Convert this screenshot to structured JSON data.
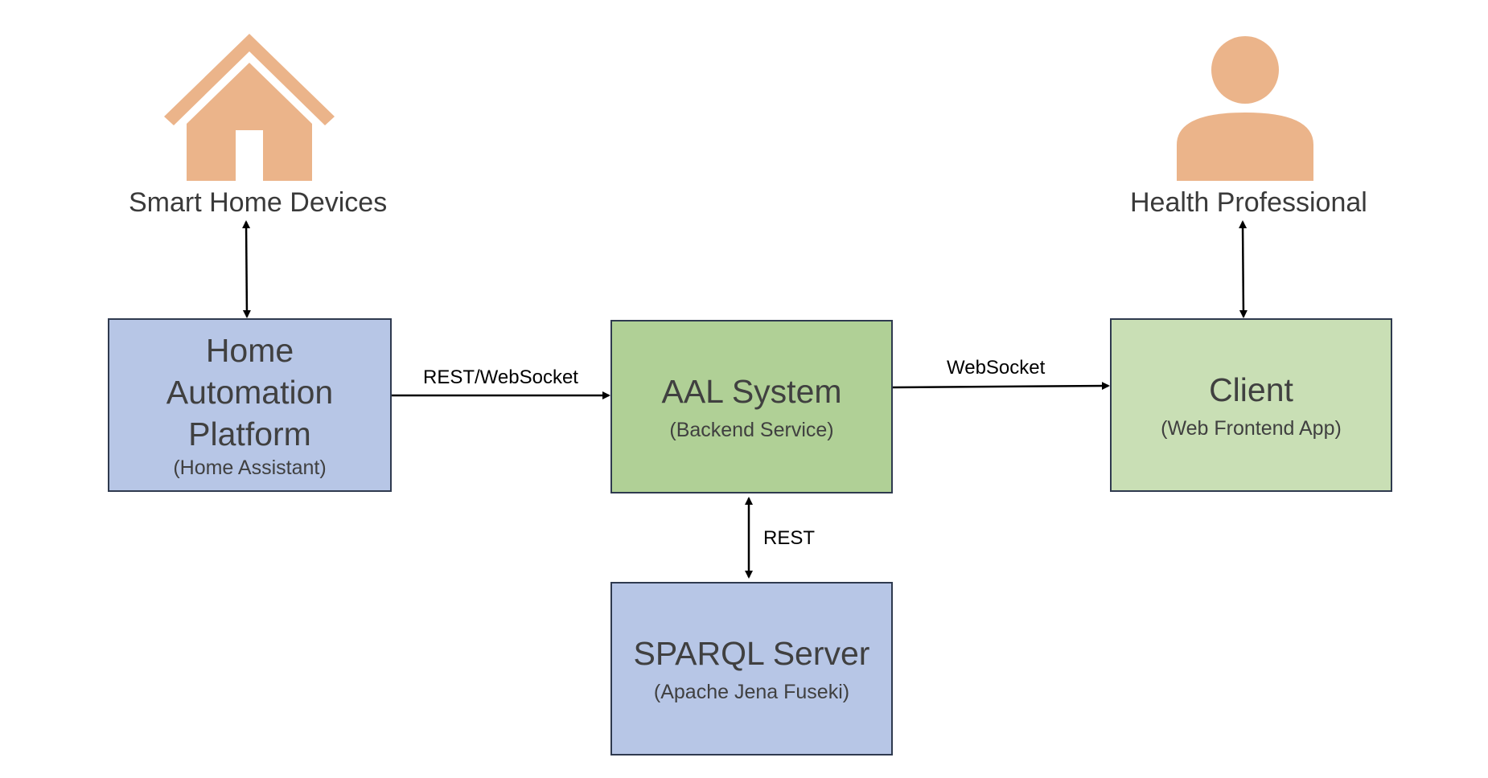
{
  "actors": {
    "smart_home": {
      "label": "Smart Home Devices",
      "icon": "house-icon",
      "color": "#ebb48a"
    },
    "health_professional": {
      "label": "Health Professional",
      "icon": "person-icon",
      "color": "#ebb48a"
    }
  },
  "nodes": {
    "home_automation": {
      "title": "Home Automation Platform",
      "subtitle": "(Home Assistant)",
      "color": "#b7c6e6"
    },
    "aal_system": {
      "title": "AAL System",
      "subtitle": "(Backend Service)",
      "color": "#b0d096"
    },
    "client": {
      "title": "Client",
      "subtitle": "(Web Frontend App)",
      "color": "#c9dfb5"
    },
    "sparql_server": {
      "title": "SPARQL Server",
      "subtitle": "(Apache Jena Fuseki)",
      "color": "#b7c6e6"
    }
  },
  "edges": {
    "home_to_aal": {
      "label": "REST/WebSocket",
      "direction": "one-way"
    },
    "aal_to_client": {
      "label": "WebSocket",
      "direction": "one-way"
    },
    "aal_sparql": {
      "label": "REST",
      "direction": "two-way"
    },
    "smart_home_link": {
      "label": "",
      "direction": "two-way"
    },
    "health_link": {
      "label": "",
      "direction": "two-way"
    }
  }
}
